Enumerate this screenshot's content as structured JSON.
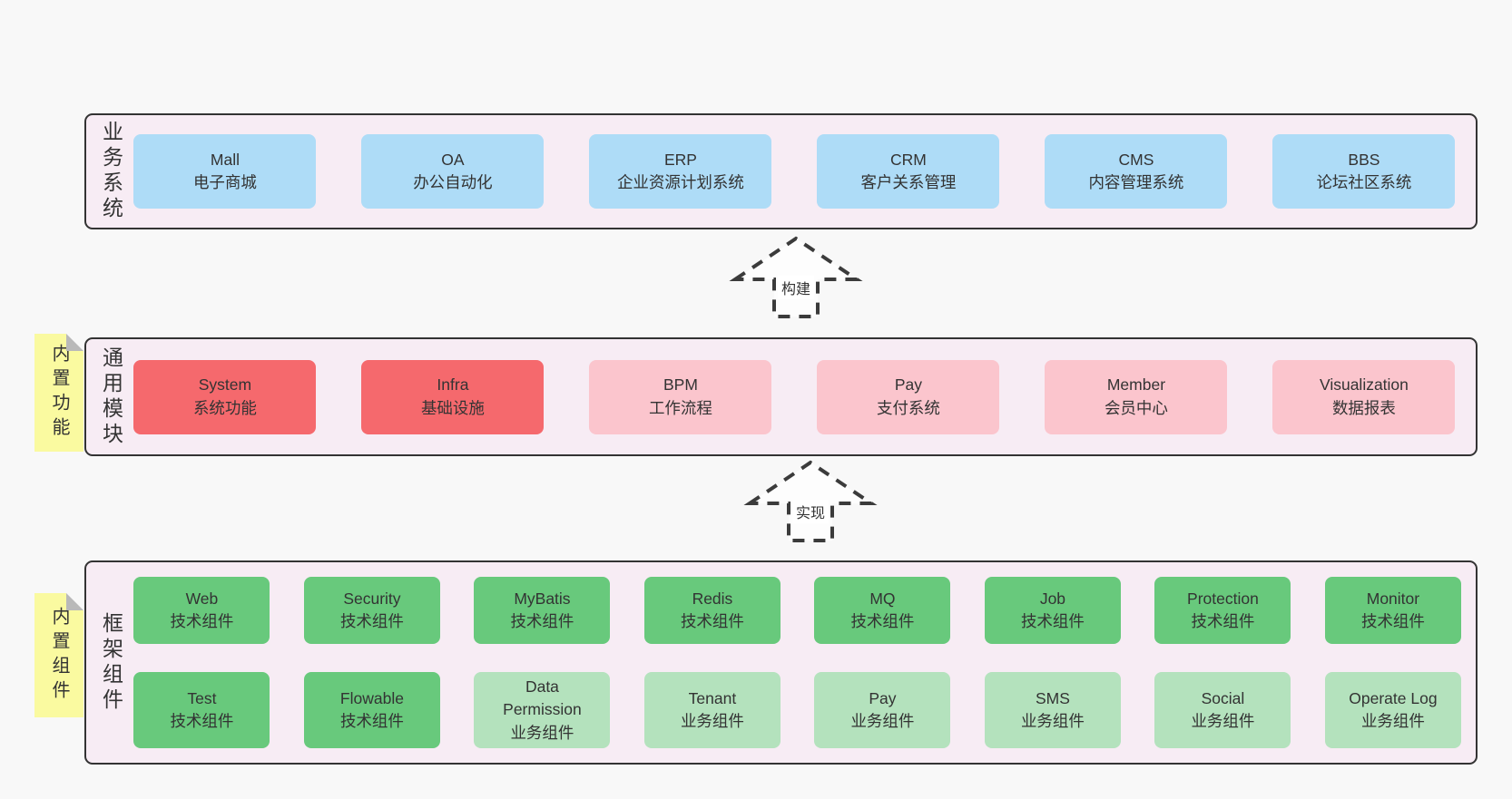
{
  "colors": {
    "page_bg": "#f8f8f8",
    "band_bg": "#f7ecf4",
    "band_border": "#333333",
    "blue": "#aedcf7",
    "red": "#f5696d",
    "pink": "#fbc5cd",
    "green": "#68c97c",
    "green_light": "#b4e2bd",
    "note_yellow": "#fafaa0",
    "note_fold": "#b9b9b9",
    "text": "#333333"
  },
  "bands": [
    {
      "name": "business-systems",
      "label": "业务系统",
      "note": null,
      "rows": [
        [
          {
            "title": "Mall",
            "subtitle": "电子商城",
            "color": "blue"
          },
          {
            "title": "OA",
            "subtitle": "办公自动化",
            "color": "blue"
          },
          {
            "title": "ERP",
            "subtitle": "企业资源计划系统",
            "color": "blue"
          },
          {
            "title": "CRM",
            "subtitle": "客户关系管理",
            "color": "blue"
          },
          {
            "title": "CMS",
            "subtitle": "内容管理系统",
            "color": "blue"
          },
          {
            "title": "BBS",
            "subtitle": "论坛社区系统",
            "color": "blue"
          }
        ]
      ]
    },
    {
      "name": "common-modules",
      "label": "通用模块",
      "note": "内置功能",
      "rows": [
        [
          {
            "title": "System",
            "subtitle": "系统功能",
            "color": "red"
          },
          {
            "title": "Infra",
            "subtitle": "基础设施",
            "color": "red"
          },
          {
            "title": "BPM",
            "subtitle": "工作流程",
            "color": "pink"
          },
          {
            "title": "Pay",
            "subtitle": "支付系统",
            "color": "pink"
          },
          {
            "title": "Member",
            "subtitle": "会员中心",
            "color": "pink"
          },
          {
            "title": "Visualization",
            "subtitle": "数据报表",
            "color": "pink"
          }
        ]
      ]
    },
    {
      "name": "framework-components",
      "label": "框架组件",
      "note": "内置组件",
      "rows": [
        [
          {
            "title": "Web",
            "subtitle": "技术组件",
            "color": "green"
          },
          {
            "title": "Security",
            "subtitle": "技术组件",
            "color": "green"
          },
          {
            "title": "MyBatis",
            "subtitle": "技术组件",
            "color": "green"
          },
          {
            "title": "Redis",
            "subtitle": "技术组件",
            "color": "green"
          },
          {
            "title": "MQ",
            "subtitle": "技术组件",
            "color": "green"
          },
          {
            "title": "Job",
            "subtitle": "技术组件",
            "color": "green"
          },
          {
            "title": "Protection",
            "subtitle": "技术组件",
            "color": "green"
          },
          {
            "title": "Monitor",
            "subtitle": "技术组件",
            "color": "green"
          }
        ],
        [
          {
            "title": "Test",
            "subtitle": "技术组件",
            "color": "green"
          },
          {
            "title": "Flowable",
            "subtitle": "技术组件",
            "color": "green"
          },
          {
            "title": "Data Permission",
            "subtitle": "业务组件",
            "color": "green_light"
          },
          {
            "title": "Tenant",
            "subtitle": "业务组件",
            "color": "green_light"
          },
          {
            "title": "Pay",
            "subtitle": "业务组件",
            "color": "green_light"
          },
          {
            "title": "SMS",
            "subtitle": "业务组件",
            "color": "green_light"
          },
          {
            "title": "Social",
            "subtitle": "业务组件",
            "color": "green_light"
          },
          {
            "title": "Operate Log",
            "subtitle": "业务组件",
            "color": "green_light"
          }
        ]
      ]
    }
  ],
  "arrows": [
    {
      "label": "构建"
    },
    {
      "label": "实现"
    }
  ]
}
